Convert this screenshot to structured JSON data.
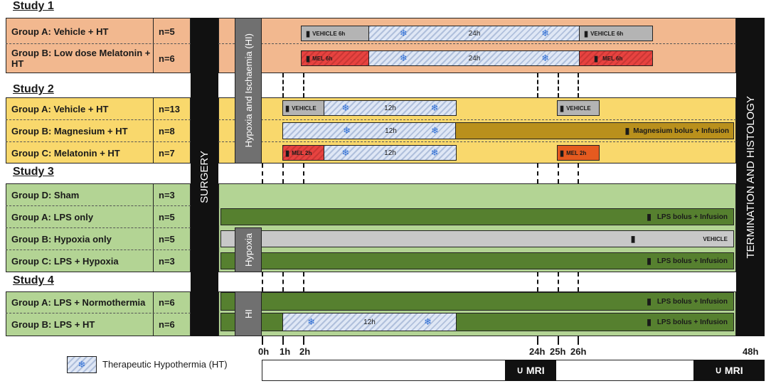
{
  "studies": [
    {
      "title": "Study 1",
      "groups": [
        {
          "name": "Group A: Vehicle + HT",
          "n": "n=5"
        },
        {
          "name": "Group B: Low dose Melatonin + HT",
          "n": "n=6"
        }
      ]
    },
    {
      "title": "Study 2",
      "groups": [
        {
          "name": "Group A: Vehicle + HT",
          "n": "n=13"
        },
        {
          "name": "Group B: Magnesium + HT",
          "n": "n=8"
        },
        {
          "name": "Group C: Melatonin + HT",
          "n": "n=7"
        }
      ]
    },
    {
      "title": "Study 3",
      "groups": [
        {
          "name": "Group D: Sham",
          "n": "n=3"
        },
        {
          "name": "Group A: LPS only",
          "n": "n=5"
        },
        {
          "name": "Group B: Hypoxia only",
          "n": "n=5"
        },
        {
          "name": "Group C: LPS + Hypoxia",
          "n": "n=3"
        }
      ]
    },
    {
      "title": "Study 4",
      "groups": [
        {
          "name": "Group A: LPS + Normothermia",
          "n": "n=6"
        },
        {
          "name": "Group B: LPS + HT",
          "n": "n=6"
        }
      ]
    }
  ],
  "bands": {
    "surgery": "SURGERY",
    "hi_long": "Hypoxia and Ischaemia (HI)",
    "hypoxia": "Hypoxia",
    "hi_short": "HI",
    "termination": "TERMINATION AND HISTOLOGY"
  },
  "bars": {
    "vehicle_6h": "VEHICLE 6h",
    "mel_6h": "MEL 6h",
    "h24": "24h",
    "h12": "12h",
    "vehicle": "VEHICLE",
    "mel_2h": "MEL 2h",
    "magnesium": "Magnesium bolus + Infusion",
    "lps": "LPS bolus + Infusion",
    "vehicle_caps": "VEHICLE"
  },
  "timeline": {
    "ticks": [
      "0h",
      "1h",
      "2h",
      "24h",
      "25h",
      "26h",
      "48h"
    ],
    "mri": "MRI"
  },
  "legend": {
    "label": "Therapeutic Hypothermia (HT)"
  },
  "colors": {
    "study1": "#f2b88f",
    "study2": "#f9d86c",
    "study3": "#b3d494",
    "study4": "#b3d494",
    "dark_green": "#56802f",
    "gold": "#b9901c",
    "red": "#e74340"
  }
}
